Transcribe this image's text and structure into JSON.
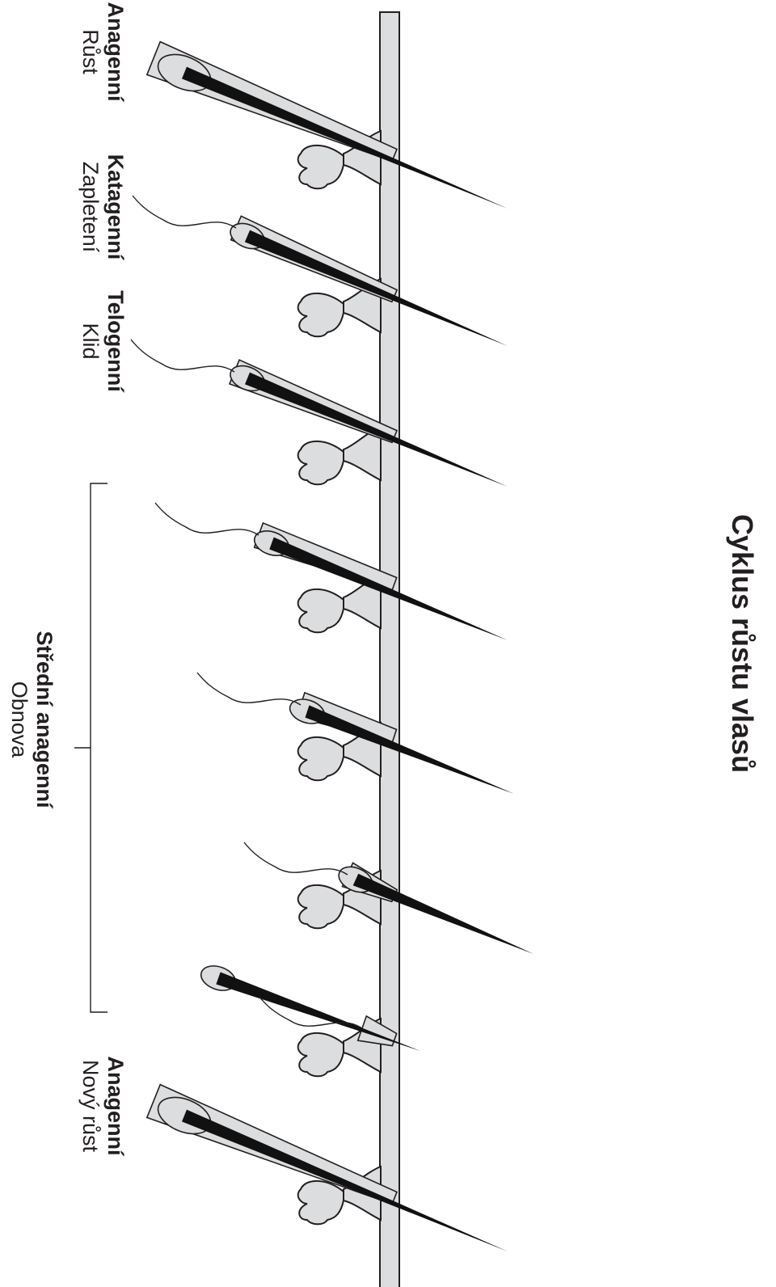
{
  "diagram": {
    "title": "Cyklus růstu vlasů",
    "stages": [
      {
        "name": "Anagenní",
        "description": "Růst"
      },
      {
        "name": "Katagenní",
        "description": "Zapletení"
      },
      {
        "name": "Telogenní",
        "description": "Klid"
      },
      {
        "name": "Střední anagenní",
        "description": "Obnova"
      },
      {
        "name": "Anagenní",
        "description": "Nový růst"
      }
    ]
  },
  "colors": {
    "skin": "#dcdddf",
    "outline": "#231f20",
    "hair": "#111111"
  }
}
